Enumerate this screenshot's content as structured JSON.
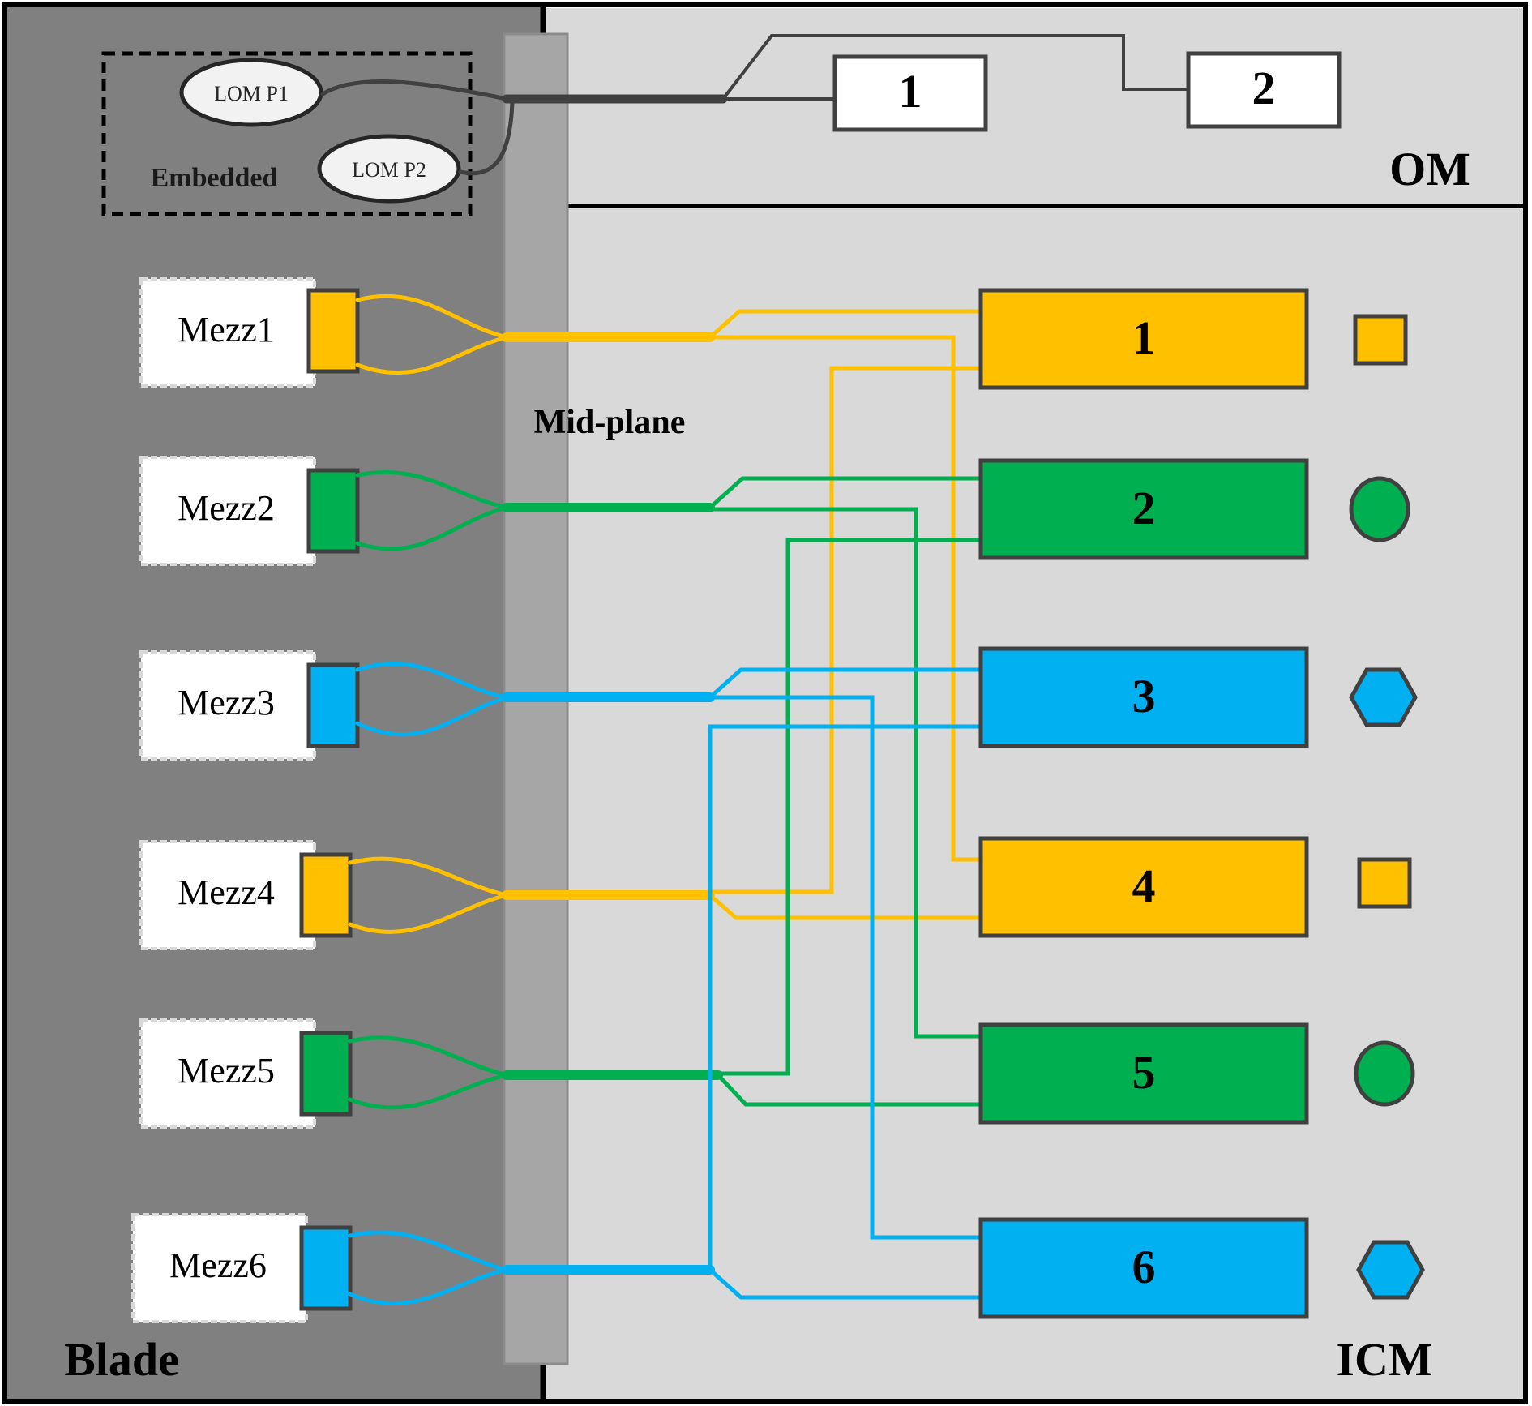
{
  "regions": {
    "blade_label": "Blade",
    "om_label": "OM",
    "icm_label": "ICM",
    "midplane_label": "Mid-plane",
    "embedded_label": "Embedded"
  },
  "lom_ports": [
    {
      "label": "LOM P1"
    },
    {
      "label": "LOM P2"
    }
  ],
  "om_modules": [
    {
      "label": "1"
    },
    {
      "label": "2"
    }
  ],
  "mezzanines": [
    {
      "label": "Mezz1",
      "color": "#FFC000"
    },
    {
      "label": "Mezz2",
      "color": "#00B050"
    },
    {
      "label": "Mezz3",
      "color": "#00B0F0"
    },
    {
      "label": "Mezz4",
      "color": "#FFC000"
    },
    {
      "label": "Mezz5",
      "color": "#00B050"
    },
    {
      "label": "Mezz6",
      "color": "#00B0F0"
    }
  ],
  "icm_modules": [
    {
      "label": "1",
      "color": "#FFC000",
      "shape": "square-icon"
    },
    {
      "label": "2",
      "color": "#00B050",
      "shape": "circle-icon"
    },
    {
      "label": "3",
      "color": "#00B0F0",
      "shape": "hexagon-icon"
    },
    {
      "label": "4",
      "color": "#FFC000",
      "shape": "square-icon"
    },
    {
      "label": "5",
      "color": "#00B050",
      "shape": "circle-icon"
    },
    {
      "label": "6",
      "color": "#00B0F0",
      "shape": "hexagon-icon"
    }
  ],
  "colors": {
    "blade_bg": "#808080",
    "panel_bg": "#D9D9D9",
    "midplane": "#A6A6A6",
    "stroke": "#404040"
  }
}
